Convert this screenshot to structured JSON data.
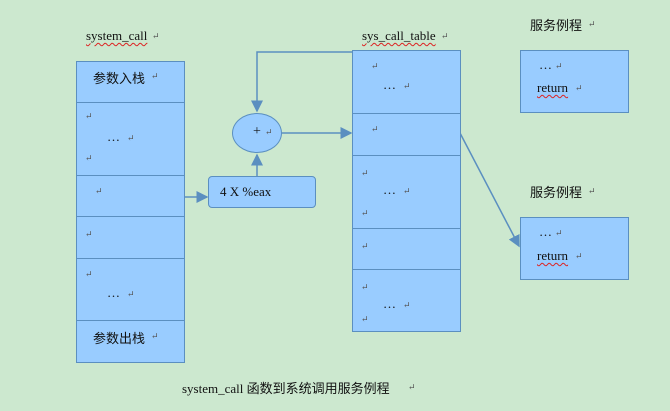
{
  "system_call": {
    "title": "system_call",
    "cells": [
      "参数入栈",
      "…",
      "",
      "",
      "…",
      "参数出栈"
    ]
  },
  "sys_call_table": {
    "title": "sys_call_table",
    "cells": [
      "…",
      "",
      "…",
      "",
      "…"
    ]
  },
  "adder": {
    "symbol": "+"
  },
  "index_box": {
    "label": "4 X %eax"
  },
  "service_routines": [
    {
      "title": "服务例程",
      "dots": "…",
      "ret": "return"
    },
    {
      "title": "服务例程",
      "dots": "…",
      "ret": "return"
    }
  ],
  "caption": "system_call 函数到系统调用服务例程",
  "para_mark": "↵"
}
